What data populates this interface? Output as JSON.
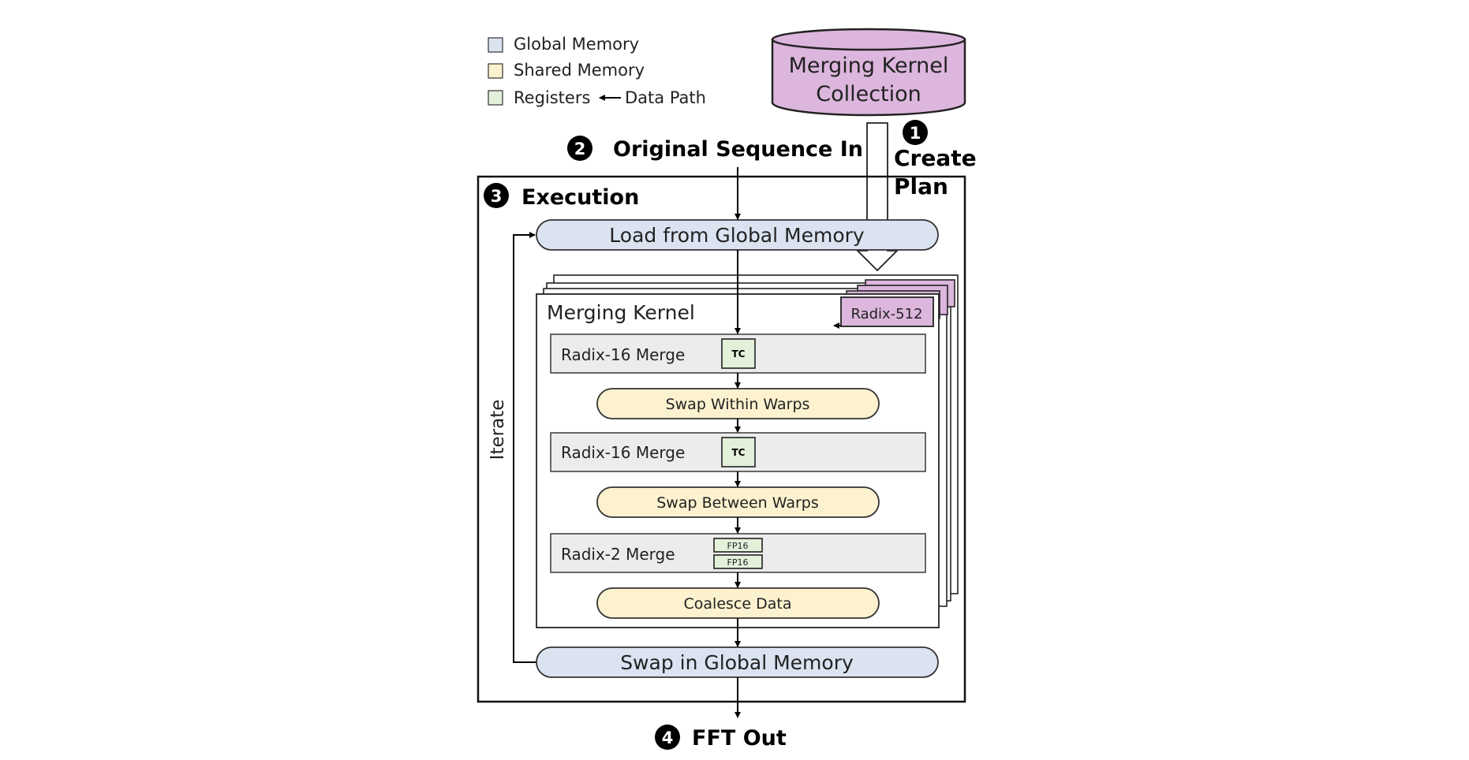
{
  "legend": {
    "global_memory": "Global Memory",
    "shared_memory": "Shared Memory",
    "registers": "Registers",
    "data_path": "Data Path"
  },
  "colors": {
    "global_memory": "#dbe3f1",
    "shared_memory": "#fcf2cf",
    "registers": "#e3f0da",
    "kernel_collection": "#dcb6dc",
    "step_box": "#ececec"
  },
  "collection": {
    "line1": "Merging Kernel",
    "line2": "Collection"
  },
  "steps": {
    "create_plan": {
      "number": "1",
      "line1": "Create",
      "line2": "Plan"
    },
    "original_sequence": {
      "number": "2",
      "label": "Original Sequence In"
    },
    "execution": {
      "number": "3",
      "label": "Execution"
    },
    "fft_out": {
      "number": "4",
      "label": "FFT Out"
    }
  },
  "iterate_label": "Iterate",
  "global_ops": {
    "load": "Load from Global Memory",
    "swap": "Swap in Global Memory"
  },
  "kernel": {
    "title": "Merging Kernel",
    "variant_tag": "Radix-512",
    "stages": {
      "merge1": "Radix-16 Merge",
      "swap_within": "Swap Within Warps",
      "merge2": "Radix-16 Merge",
      "swap_between": "Swap Between Warps",
      "merge3": "Radix-2 Merge",
      "coalesce": "Coalesce Data"
    },
    "chips": {
      "tc1": "TC",
      "tc2": "TC",
      "fp16_a": "FP16",
      "fp16_b": "FP16"
    }
  }
}
